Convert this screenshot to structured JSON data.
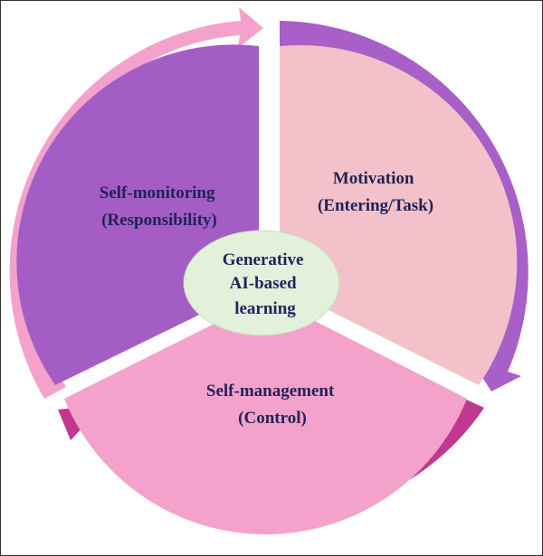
{
  "diagram": {
    "center": {
      "lines": [
        "Generative",
        "AI-based",
        "learning"
      ]
    },
    "segments": [
      {
        "id": "motivation",
        "lines": [
          "Motivation",
          "(Entering/Task)"
        ],
        "fill": "#f2c1c9",
        "arrow_color": "#a85fc8"
      },
      {
        "id": "self-management",
        "lines": [
          "Self-management",
          "(Control)"
        ],
        "fill": "#f4a2cb",
        "arrow_color": "#c2378f"
      },
      {
        "id": "self-monitoring",
        "lines": [
          "Self-monitoring",
          "(Responsibility)"
        ],
        "fill": "#a45dc4",
        "arrow_color": "#f4a2cb"
      }
    ],
    "center_fill": "#e2f0dc",
    "text_color": "#1f2358"
  }
}
